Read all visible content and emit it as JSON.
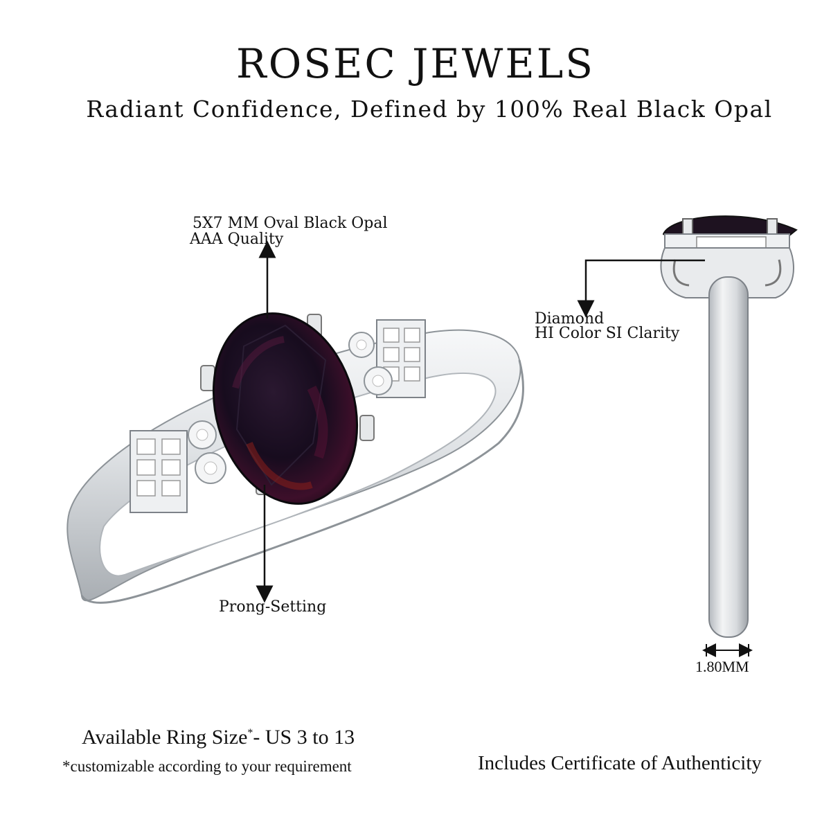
{
  "header": {
    "brand": "ROSEC JEWELS",
    "tagline": "Radiant Confidence, Defined by 100% Real Black Opal"
  },
  "annotations": {
    "stone_line1": "5X7 MM Oval Black Opal",
    "stone_line2": "AAA Quality",
    "setting": "Prong-Setting",
    "diamond_line1": "Diamond",
    "diamond_line2": "HI Color SI Clarity",
    "band_width": "1.80MM"
  },
  "footer": {
    "size_label": "Available Ring Size",
    "size_mark": "*",
    "size_value": "- US 3 to 13",
    "size_note": "*customizable according to your requirement",
    "certificate": "Includes Certificate of Authenticity"
  },
  "colors": {
    "metal": "#e4e7ea",
    "opal": "#160f1c",
    "opal_fire": "#5a1235",
    "text": "#111111"
  }
}
